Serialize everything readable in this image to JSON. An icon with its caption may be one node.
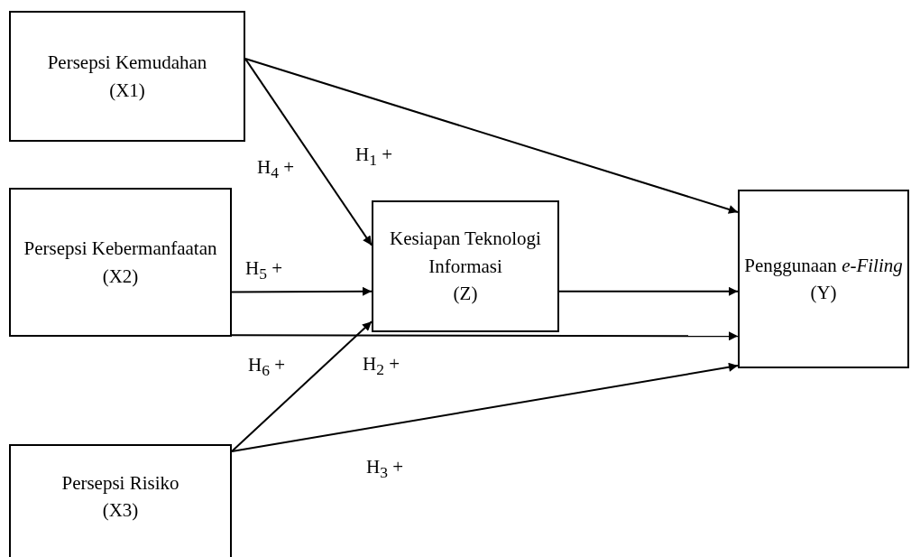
{
  "diagram": {
    "nodes": [
      {
        "text": [
          "Persepsi Kemudahan",
          "(X1)"
        ]
      },
      {
        "text": [
          "Persepsi Kebermanfaatan",
          "(X2)"
        ]
      },
      {
        "text": [
          "Persepsi Risiko",
          "(X3)"
        ]
      },
      {
        "text": [
          "Kesiapan Teknologi Informasi",
          "(Z)"
        ]
      },
      {
        "text": [
          "Penggunaan *e-Filing*",
          "(Y)"
        ]
      }
    ],
    "edges": [
      {
        "from": 0,
        "to": 4,
        "arrow": "to",
        "label": "H$_{1}$ +"
      },
      {
        "from": 1,
        "to": 4,
        "arrow": "to",
        "label": "H$_{2}$ +"
      },
      {
        "from": 2,
        "to": 4,
        "arrow": "to",
        "label": "H$_{3}$ +"
      },
      {
        "from": 0,
        "to": 3,
        "arrow": "to",
        "label": "H$_{4}$ +"
      },
      {
        "from": 1,
        "to": 3,
        "arrow": "to",
        "label": "H$_{5}$ +"
      },
      {
        "from": 2,
        "to": 3,
        "arrow": "to",
        "label": "H$_{6}$ +"
      },
      {
        "from": 3,
        "to": 4,
        "arrow": "to"
      }
    ]
  }
}
